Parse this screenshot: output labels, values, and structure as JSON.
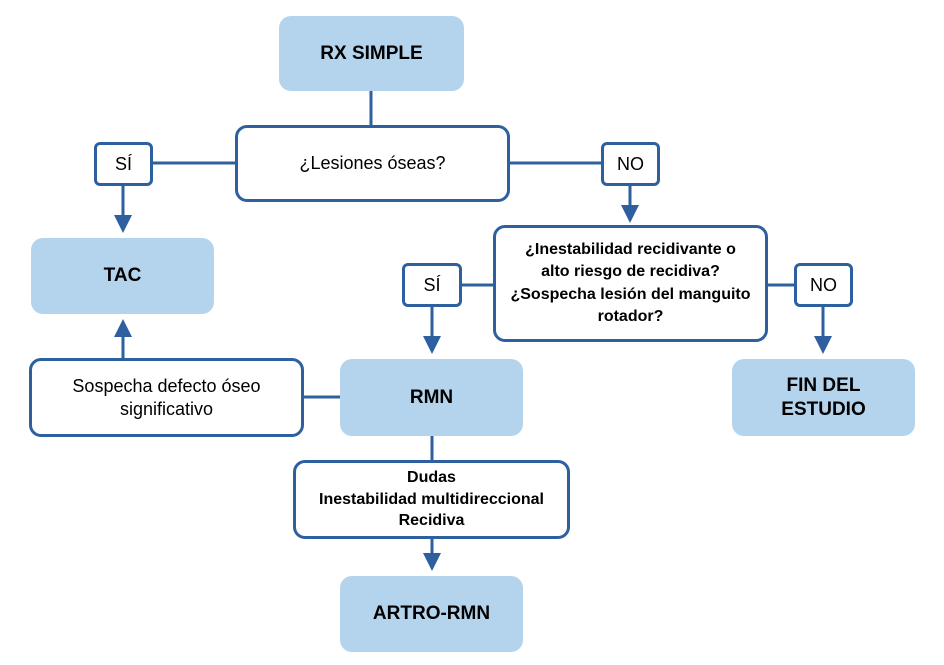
{
  "nodes": {
    "rx_simple": "RX SIMPLE",
    "lesiones_oseas": "¿Lesiones óseas?",
    "tac": "TAC",
    "inestabilidad": [
      "¿Inestabilidad recidivante o",
      "alto riesgo de recidiva?",
      "¿Sospecha lesión del manguito",
      "rotador?"
    ],
    "rmn": "RMN",
    "defecto_oseo": [
      "Sospecha defecto óseo",
      "significativo"
    ],
    "fin_estudio": [
      "FIN DEL",
      "ESTUDIO"
    ],
    "dudas": [
      "Dudas",
      "Inestabilidad multidireccional",
      "Recidiva"
    ],
    "artro_rmn": "ARTRO-RMN"
  },
  "labels": {
    "si_left": "SÍ",
    "no_right": "NO",
    "si_middle": "SÍ",
    "no_far_right": "NO"
  },
  "colors": {
    "box_fill": "#b4d3ec",
    "connector": "#2e60a0",
    "border": "#2e60a0"
  }
}
